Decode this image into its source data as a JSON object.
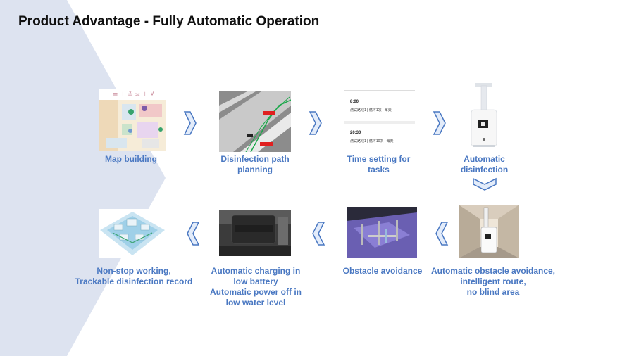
{
  "slide": {
    "title": "Product Advantage - Fully Automatic Operation"
  },
  "steps": [
    {
      "label": "Map building"
    },
    {
      "label_lines": [
        "Disinfection path",
        "planning"
      ]
    },
    {
      "label_lines": [
        "Time setting for",
        "tasks"
      ]
    },
    {
      "label_lines": [
        "Automatic",
        "disinfection"
      ]
    },
    {
      "label_lines": [
        "Automatic obstacle avoidance,",
        "intelligent route,",
        "no blind area"
      ]
    },
    {
      "label": "Obstacle avoidance"
    },
    {
      "label_lines": [
        "Automatic charging in",
        "low battery",
        "Automatic power off in",
        "low water level"
      ]
    },
    {
      "label_lines": [
        "Non-stop working,",
        "Trackable disinfection record"
      ]
    }
  ],
  "schedule": {
    "tasks": [
      {
        "time": "8:00",
        "detail": "测试路线1 | 循环1次 | 每天"
      },
      {
        "time": "20:30",
        "detail": "测试路线1 | 循环10次 | 每天"
      }
    ]
  },
  "colors": {
    "accent": "#4a78c2",
    "arrow_fill": "#e3ecfa",
    "chevron_bg": "#dde3f0"
  }
}
